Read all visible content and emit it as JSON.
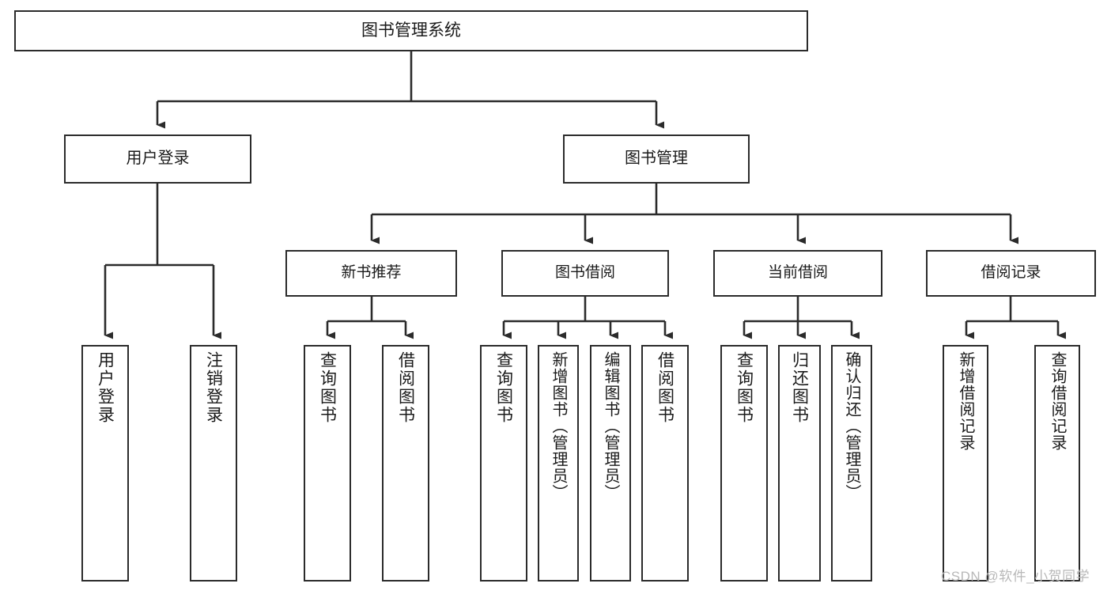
{
  "diagram": {
    "type": "tree",
    "title": "图书管理系统",
    "watermark": "CSDN @软件_小贺同学",
    "colors": {
      "box_border": "#2b2b2b",
      "box_fill": "#ffffff",
      "connector": "#2b2b2b",
      "text": "#1a1a1a",
      "watermark": "#b8b8b8"
    },
    "nodes": {
      "root": "图书管理系统",
      "level1": [
        {
          "label": "用户登录"
        },
        {
          "label": "图书管理"
        }
      ],
      "level2": [
        {
          "label": "新书推荐"
        },
        {
          "label": "图书借阅"
        },
        {
          "label": "当前借阅"
        },
        {
          "label": "借阅记录"
        }
      ],
      "leaves": {
        "user_login": [
          {
            "label": "用户登录"
          },
          {
            "label": "注销登录"
          }
        ],
        "new_book_recommend": [
          {
            "label": "查询图书"
          },
          {
            "label": "借阅图书"
          }
        ],
        "book_borrow": [
          {
            "label": "查询图书"
          },
          {
            "label": "新增图书（管理员）"
          },
          {
            "label": "编辑图书（管理员）"
          },
          {
            "label": "借阅图书"
          }
        ],
        "current_borrow": [
          {
            "label": "查询图书"
          },
          {
            "label": "归还图书"
          },
          {
            "label": "确认归还（管理员）"
          }
        ],
        "borrow_record": [
          {
            "label": "新增借阅记录"
          },
          {
            "label": "查询借阅记录"
          }
        ]
      }
    }
  }
}
